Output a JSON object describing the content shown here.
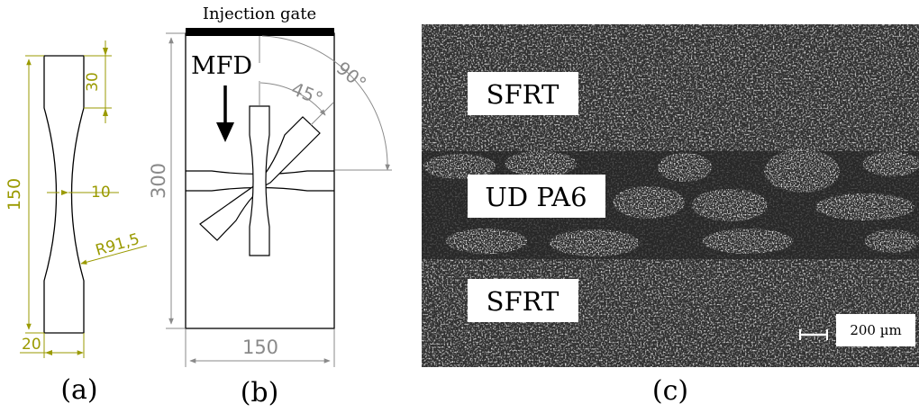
{
  "panel_a": {
    "caption": "(a)",
    "dim_length": "150",
    "dim_grip": "30",
    "dim_width": "10",
    "dim_radius": "R91,5",
    "dim_grip_width": "20",
    "dimension_color": "#9a9a00"
  },
  "panel_b": {
    "caption": "(b)",
    "gate_label": "Injection gate",
    "mfd_label": "MFD",
    "angle_45": "45°",
    "angle_90": "90°",
    "dim_height": "300",
    "dim_width": "150",
    "dimension_color": "#8a8a8a"
  },
  "panel_c": {
    "caption": "(c)",
    "layer_top": "SFRT",
    "layer_mid": "UD PA6",
    "layer_bottom": "SFRT",
    "scale_bar": "200 µm"
  }
}
